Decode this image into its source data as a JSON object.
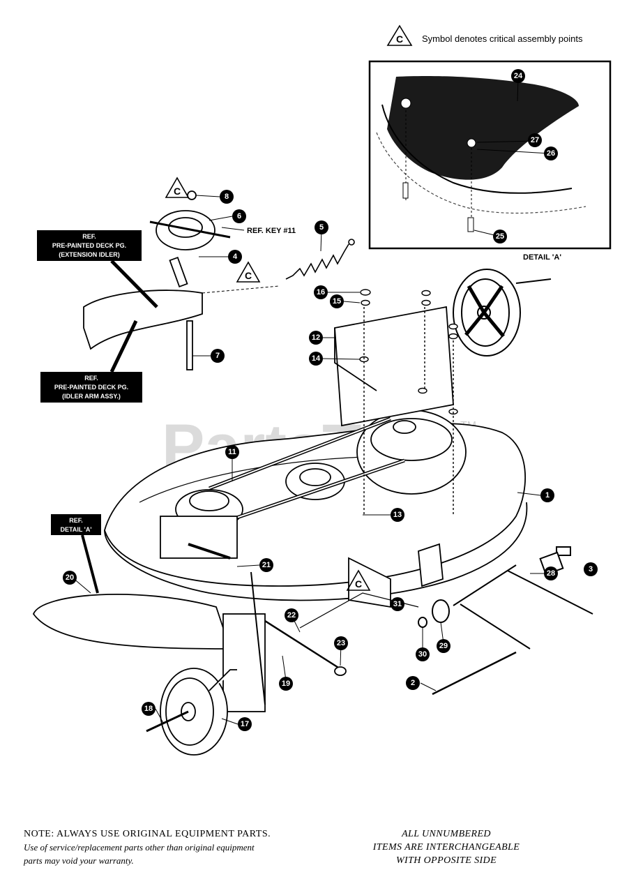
{
  "legend": {
    "symbol": "C",
    "text": "Symbol denotes critical assembly points"
  },
  "detail": {
    "label": "DETAIL 'A'",
    "callouts": [
      "24",
      "27",
      "26",
      "25"
    ]
  },
  "ref_labels": {
    "extension_idler": [
      "REF.",
      "PRE-PAINTED DECK PG.",
      "(EXTENSION IDLER)"
    ],
    "idler_arm": [
      "REF.",
      "PRE-PAINTED DECK PG.",
      "(IDLER ARM ASSY.)"
    ],
    "detail_a": [
      "REF.",
      "DETAIL 'A'"
    ],
    "ref_key": "REF. KEY #11"
  },
  "critical_marks": [
    "C",
    "C",
    "C"
  ],
  "callouts": [
    "8",
    "6",
    "4",
    "5",
    "7",
    "16",
    "15",
    "12",
    "14",
    "11",
    "1",
    "13",
    "21",
    "20",
    "22",
    "23",
    "31",
    "19",
    "18",
    "17",
    "3",
    "28",
    "29",
    "30",
    "2"
  ],
  "watermark": "PartsTree",
  "watermark_tm": "TM",
  "notes": {
    "left_heading": "NOTE: ALWAYS USE ORIGINAL EQUIPMENT PARTS.",
    "left_line1": "Use of service/replacement parts other than original equipment",
    "left_line2": "parts may void your warranty.",
    "right_line1": "ALL UNNUMBERED",
    "right_line2": "ITEMS ARE INTERCHANGEABLE",
    "right_line3": "WITH OPPOSITE SIDE"
  }
}
